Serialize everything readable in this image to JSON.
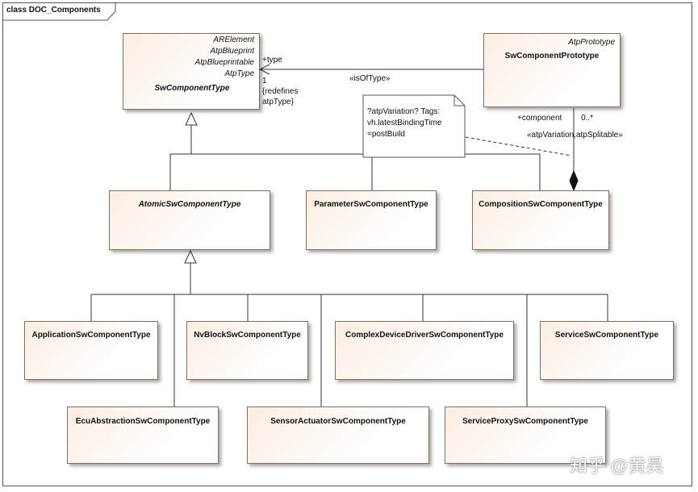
{
  "diagram": {
    "frame_title": "class DOC_Components",
    "classes": {
      "sw_component_type": {
        "name": "SwComponentType",
        "stereotypes": [
          "ARElement",
          "AtpBlueprint",
          "AtpBlueprintable",
          "AtpType"
        ]
      },
      "sw_component_prototype": {
        "name": "SwComponentPrototype",
        "stereotype": "AtpPrototype"
      },
      "atomic": {
        "name": "AtomicSwComponentType"
      },
      "parameter": {
        "name": "ParameterSwComponentType"
      },
      "composition": {
        "name": "CompositionSwComponentType"
      },
      "application": {
        "name": "ApplicationSwComponentType"
      },
      "nvblock": {
        "name": "NvBlockSwComponentType"
      },
      "complex_driver": {
        "name": "ComplexDeviceDriverSwComponentType"
      },
      "service": {
        "name": "ServiceSwComponentType"
      },
      "ecu_abstraction": {
        "name": "EcuAbstractionSwComponentType"
      },
      "sensor_actuator": {
        "name": "SensorActuatorSwComponentType"
      },
      "service_proxy": {
        "name": "ServiceProxySwComponentType"
      }
    },
    "labels": {
      "type_role": "+type",
      "type_mult": "1",
      "redefines_1": "{redefines",
      "redefines_2": "atpType}",
      "is_of_type": "«isOfType»",
      "component_role": "+component",
      "component_mult": "0..*",
      "atp_variation": "«atpVariation,atpSplitable»"
    },
    "note": {
      "lines": [
        "?atpVariation? Tags:",
        "vh.latestBindingTime",
        "=postBuild"
      ]
    }
  },
  "watermark": "知乎 @黄昊"
}
